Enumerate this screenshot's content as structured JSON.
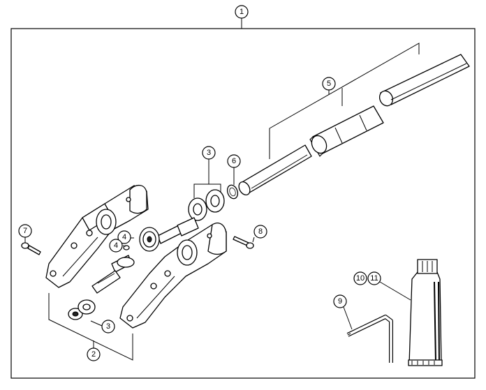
{
  "callouts": [
    {
      "id": "c1",
      "label": "1"
    },
    {
      "id": "c2",
      "label": "2"
    },
    {
      "id": "c3a",
      "label": "3"
    },
    {
      "id": "c3b",
      "label": "3"
    },
    {
      "id": "c4a",
      "label": "4"
    },
    {
      "id": "c4b",
      "label": "4"
    },
    {
      "id": "c5",
      "label": "5"
    },
    {
      "id": "c6",
      "label": "6"
    },
    {
      "id": "c7",
      "label": "7"
    },
    {
      "id": "c8",
      "label": "8"
    },
    {
      "id": "c9",
      "label": "9"
    },
    {
      "id": "c10",
      "label": "10"
    },
    {
      "id": "c11",
      "label": "11"
    }
  ],
  "parts": [
    {
      "name": "gear-housing-left"
    },
    {
      "name": "gear-housing-right"
    },
    {
      "name": "drive-tube"
    },
    {
      "name": "tube-liner"
    },
    {
      "name": "drive-shaft"
    },
    {
      "name": "ball-bearing"
    },
    {
      "name": "circlip"
    },
    {
      "name": "bevel-gear-shaft"
    },
    {
      "name": "pinion-shaft"
    },
    {
      "name": "screw"
    },
    {
      "name": "hex-key"
    },
    {
      "name": "grease-tube"
    }
  ]
}
